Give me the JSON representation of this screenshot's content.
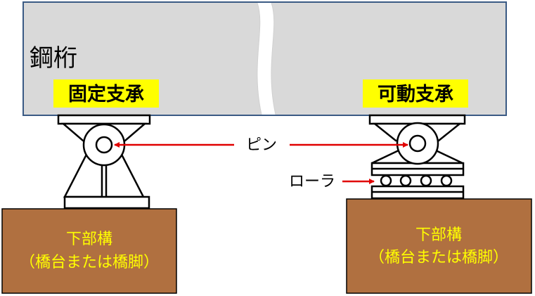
{
  "girder": {
    "label": "鋼桁"
  },
  "bearings": {
    "fixed": {
      "label": "固定支承"
    },
    "movable": {
      "label": "可動支承"
    }
  },
  "callouts": {
    "pin": "ピン",
    "roller": "ローラ"
  },
  "substructure": {
    "left": {
      "line1": "下部構",
      "line2": "（橋台または橋脚）"
    },
    "right": {
      "line1": "下部構",
      "line2": "（橋台または橋脚）"
    }
  },
  "colors": {
    "girder_fill": "#d9d9d9",
    "girder_stroke": "#3a5a84",
    "label_bg": "#ffff00",
    "substructure_fill": "#b07040",
    "substructure_text": "#ffff00",
    "arrow": "#e00000"
  }
}
